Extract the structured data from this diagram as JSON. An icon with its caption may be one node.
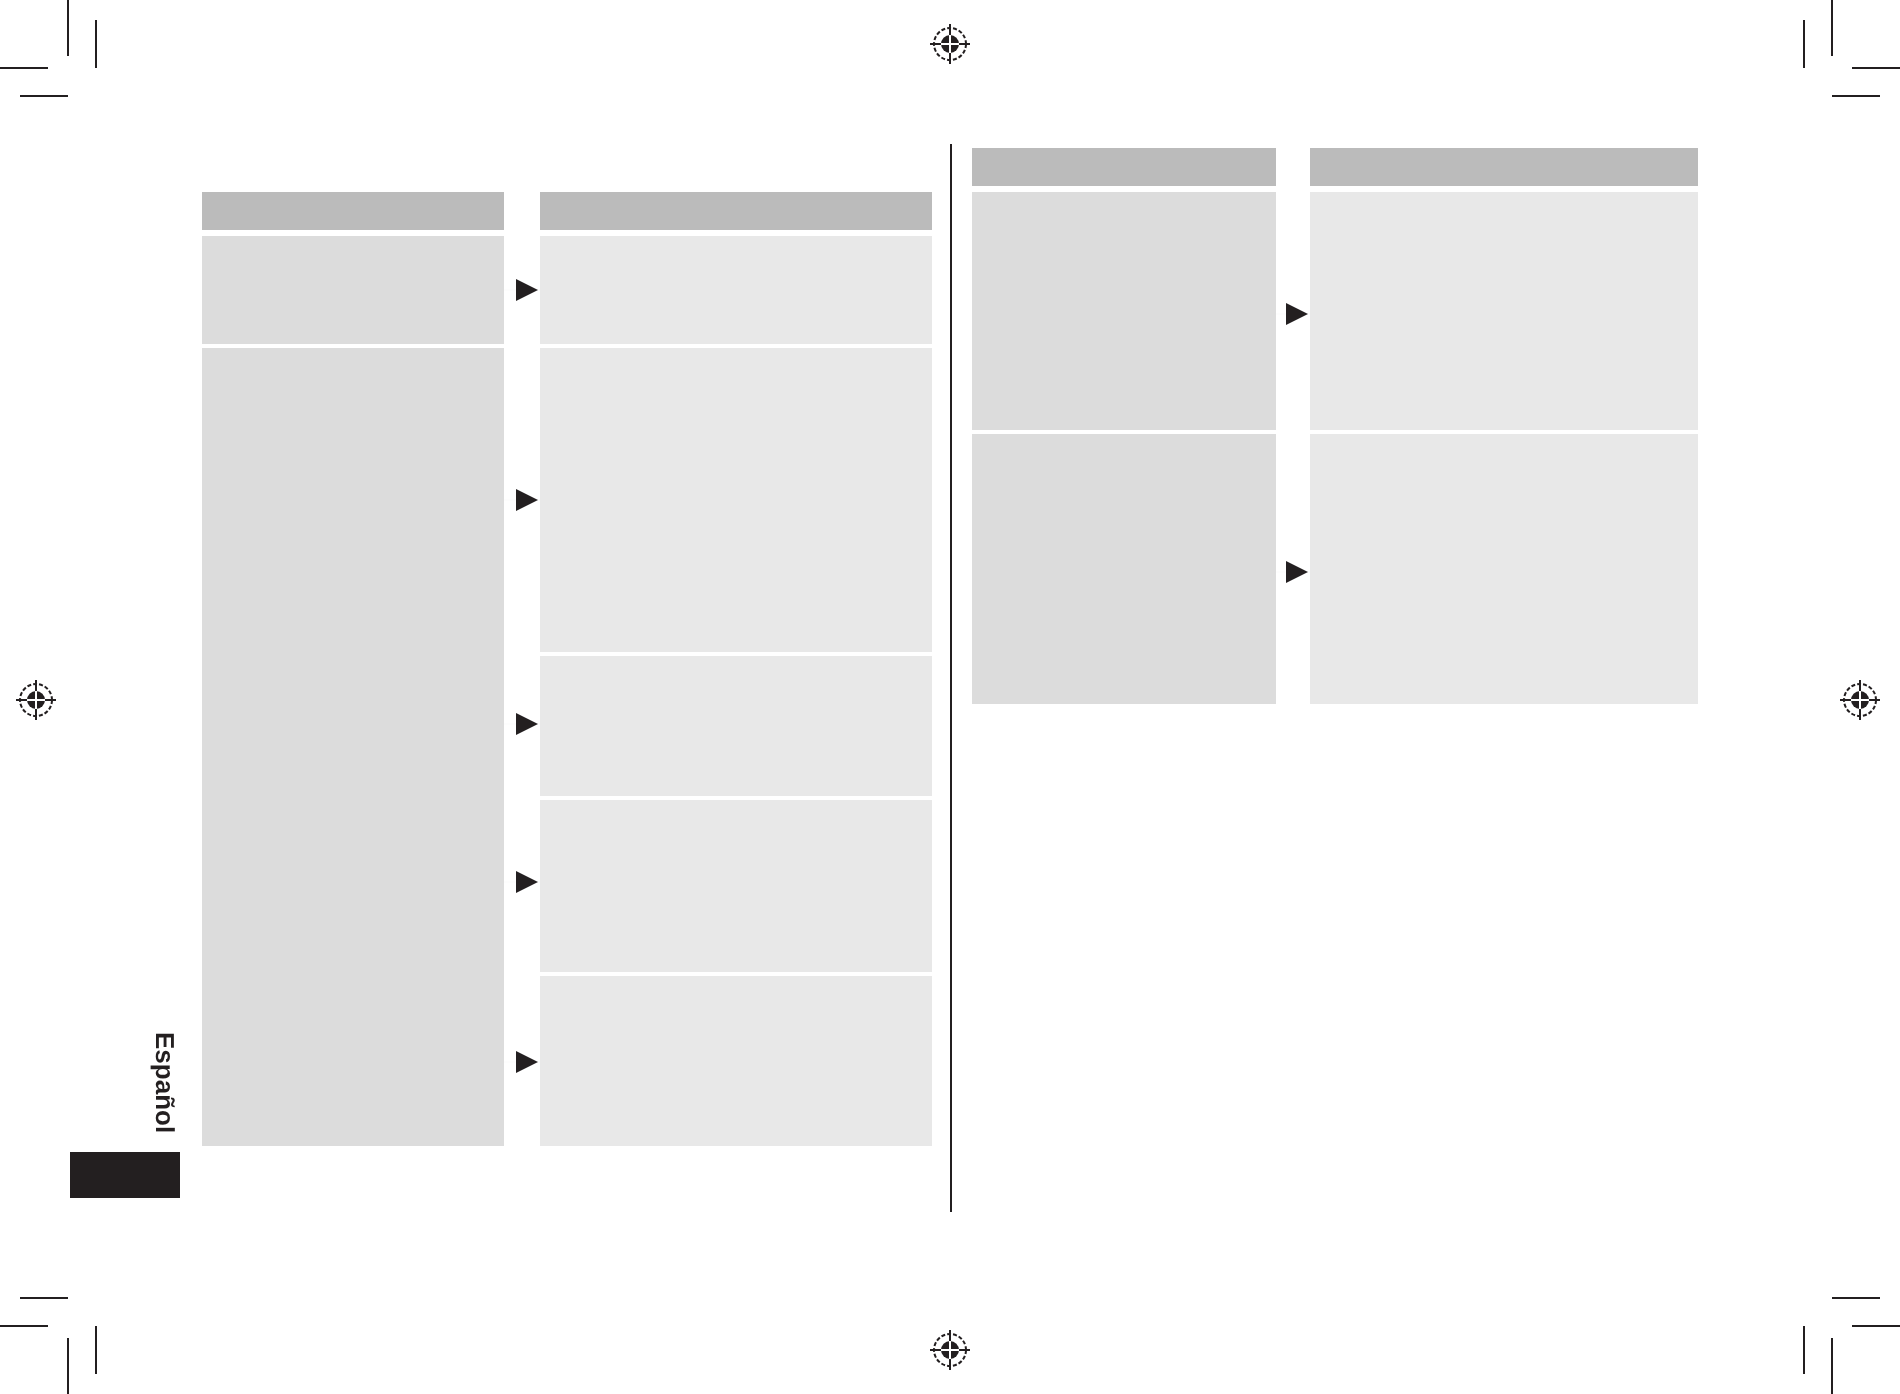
{
  "diagram": {
    "nodes": [
      {
        "text": [],
        "shape": "box"
      },
      {
        "text": [],
        "shape": "box"
      },
      {
        "text": [],
        "shape": "box"
      },
      {
        "text": [],
        "shape": "box"
      },
      {
        "text": [],
        "shape": "box"
      },
      {
        "text": [],
        "shape": "box"
      },
      {
        "text": [],
        "shape": "box"
      },
      {
        "text": [],
        "shape": "box"
      },
      {
        "text": [],
        "shape": "box"
      },
      {
        "text": [],
        "shape": "box"
      },
      {
        "text": [],
        "shape": "box"
      },
      {
        "text": [],
        "shape": "box"
      },
      {
        "text": [],
        "shape": "box"
      },
      {
        "text": [],
        "shape": "box"
      },
      {
        "text": [],
        "shape": "box"
      }
    ],
    "edges": [
      {
        "from": 2,
        "to": 3,
        "arrow": "to"
      },
      {
        "from": 4,
        "to": 5,
        "arrow": "to"
      },
      {
        "from": 4,
        "to": 6,
        "arrow": "to"
      },
      {
        "from": 4,
        "to": 7,
        "arrow": "to"
      },
      {
        "from": 4,
        "to": 8,
        "arrow": "to"
      },
      {
        "from": 11,
        "to": 12,
        "arrow": "to"
      },
      {
        "from": 13,
        "to": 14,
        "arrow": "to"
      }
    ],
    "labels": [
      "Español"
    ]
  }
}
